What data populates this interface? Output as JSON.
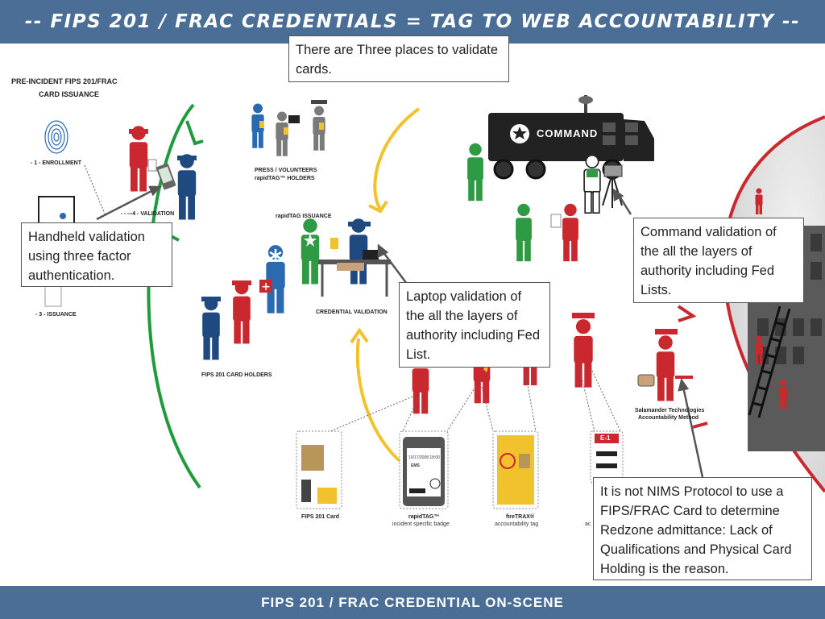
{
  "header": {
    "title": "-- FIPS 201 / FRAC CREDENTIALS = TAG TO WEB ACCOUNTABILITY --"
  },
  "footer": {
    "title": "FIPS 201 / FRAC CREDENTIAL ON-SCENE"
  },
  "callouts": {
    "three_places": "There are Three places to validate cards.",
    "handheld": "Handheld validation using three factor authentication.",
    "laptop": "Laptop validation of the all the layers of authority including Fed List.",
    "command": "Command validation of the all the layers of authority including Fed Lists.",
    "nims": "It is not NIMS Protocol to use a FIPS/FRAC Card to determine Redzone admittance: Lack of Qualifications and Physical Card Holding is the reason."
  },
  "labels": {
    "pre_incident_line1": "PRE-INCIDENT FIPS 201/FRAC",
    "pre_incident_line2": "CARD ISSUANCE",
    "enrollment": "- 1 - ENROLLMENT",
    "validation": "- 4 - VALIDATION",
    "issuance": "- 3 - ISSUANCE",
    "press_line1": "PRESS / VOLUNTEERS",
    "press_line2": "rapidTAG™ HOLDERS",
    "rapidtag_issuance": "rapidTAG ISSUANCE",
    "credential_validation": "CREDENTIAL VALIDATION",
    "card_holders": "FIPS 201 CARD HOLDERS",
    "command_truck": "COMMAND",
    "salamander_line1": "Salamander Technologies",
    "salamander_line2": "Accountability Method"
  },
  "cards": {
    "fips_title": "FIPS 201 Card",
    "rapidtag_title": "rapidTAG™",
    "rapidtag_sub": "incident specific badge",
    "firetrax_title": "fireTRAX®",
    "firetrax_sub": "accountability tag",
    "truncated_sub": "ac",
    "e1_badge": "E-1",
    "rapidtag_date": "10/17/2008 18:00",
    "rapidtag_code": "EMS"
  },
  "colors": {
    "bar": "#4a6e96",
    "firefighter_red": "#c8282e",
    "police_blue": "#1e4a80",
    "ems_blue": "#2a6ab0",
    "responder_green": "#2e9a44",
    "press_gray": "#7a7a7a",
    "arc_green": "#1f9a3c",
    "arc_yellow": "#f2c12e",
    "arc_red": "#c8282e"
  }
}
